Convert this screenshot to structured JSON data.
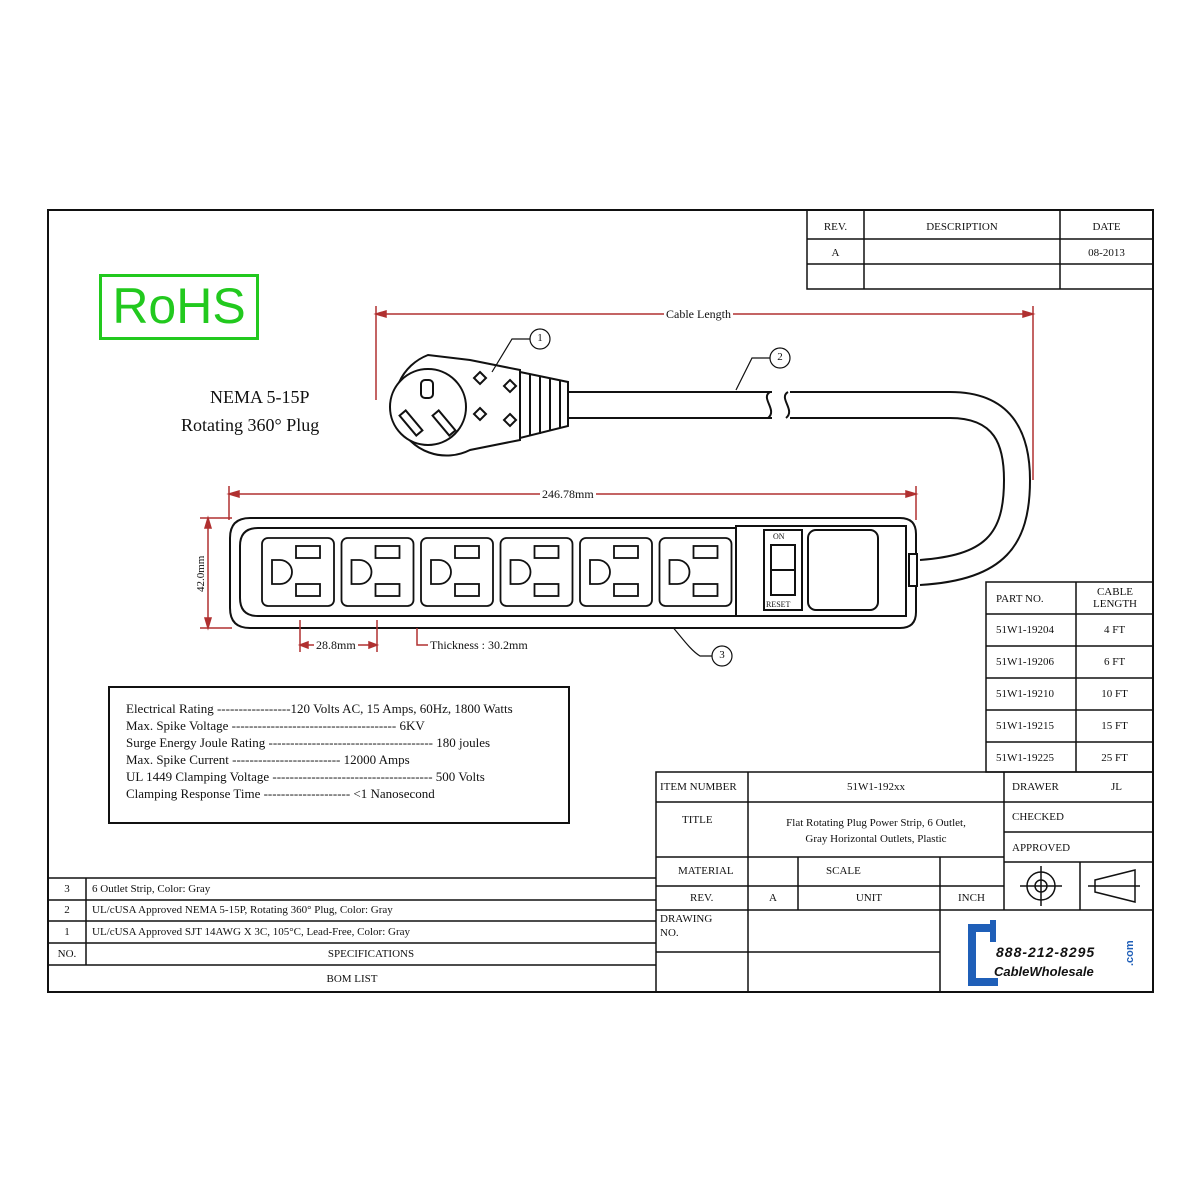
{
  "revision_block": {
    "headers": [
      "REV.",
      "DESCRIPTION",
      "DATE"
    ],
    "rows": [
      [
        "A",
        "",
        "08-2013"
      ]
    ]
  },
  "rohs_label": "RoHS",
  "plug_label": {
    "line1": "NEMA 5-15P",
    "line2": "Rotating 360° Plug"
  },
  "callouts": [
    "1",
    "2",
    "3"
  ],
  "dimensions": {
    "cable_length": "Cable Length",
    "strip_length": "246.78mm",
    "strip_height": "42.0mm",
    "outlet_pitch": "28.8mm",
    "thickness": "Thickness : 30.2mm"
  },
  "switch_labels": {
    "on": "ON",
    "reset": "RESET"
  },
  "electrical_specs": [
    "Electrical Rating -----------------120 Volts AC, 15 Amps, 60Hz, 1800 Watts",
    "Max. Spike Voltage -------------------------------------- 6KV",
    "Surge Energy Joule Rating -------------------------------------- 180 joules",
    "Max. Spike Current ------------------------- 12000 Amps",
    "UL 1449 Clamping Voltage ------------------------------------- 500 Volts",
    "Clamping Response Time -------------------- <1 Nanosecond"
  ],
  "part_table": {
    "headers": [
      "PART NO.",
      "CABLE LENGTH"
    ],
    "rows": [
      [
        "51W1-19204",
        "4 FT"
      ],
      [
        "51W1-19206",
        "6 FT"
      ],
      [
        "51W1-19210",
        "10 FT"
      ],
      [
        "51W1-19215",
        "15 FT"
      ],
      [
        "51W1-19225",
        "25 FT"
      ]
    ]
  },
  "bom": {
    "rows": [
      [
        "3",
        "6 Outlet Strip, Color: Gray"
      ],
      [
        "2",
        "UL/cUSA Approved NEMA 5-15P, Rotating 360° Plug, Color: Gray"
      ],
      [
        "1",
        "UL/cUSA Approved SJT 14AWG X 3C, 105°C, Lead-Free, Color: Gray"
      ]
    ],
    "no_header": "NO.",
    "spec_header": "SPECIFICATIONS",
    "title": "BOM LIST"
  },
  "title_block": {
    "item_number_label": "ITEM NUMBER",
    "item_number": "51W1-192xx",
    "drawer_label": "DRAWER",
    "drawer": "JL",
    "title_label": "TITLE",
    "title_line1": "Flat Rotating Plug Power Strip, 6 Outlet,",
    "title_line2": "Gray Horizontal Outlets, Plastic",
    "checked_label": "CHECKED",
    "approved_label": "APPROVED",
    "material_label": "MATERIAL",
    "scale_label": "SCALE",
    "rev_label": "REV.",
    "rev": "A",
    "unit_label": "UNIT",
    "unit": "INCH",
    "drawing_no_label_1": "DRAWING",
    "drawing_no_label_2": "NO."
  },
  "brand": {
    "phone": "888-212-8295",
    "name": "CableWholesale",
    "dotcom": ".com",
    "accent": "#1f5fb8"
  },
  "colors": {
    "dimension_line": "#b03030",
    "rohs": "#22c91e"
  }
}
